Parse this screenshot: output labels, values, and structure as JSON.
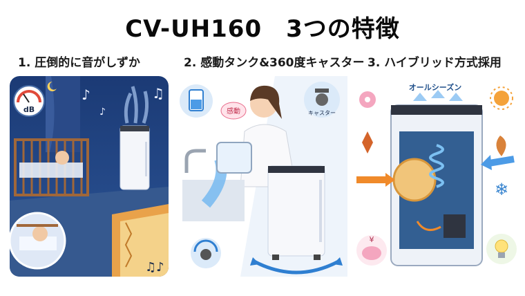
{
  "title": "CV-UH160　3つの特徴",
  "features": [
    {
      "label": "1. 圧倒的に音がしずか",
      "gauge_unit": "dB",
      "icons": [
        "music-note-icon",
        "moon-icon",
        "decibel-gauge-icon"
      ]
    },
    {
      "label": "2. 感動タンク&360度キャスター",
      "speech_bubble": "感動",
      "caster_label": "キャスター",
      "icons": [
        "water-tank-icon",
        "caster-wheel-icon",
        "faucet-icon",
        "rotate-caster-icon"
      ]
    },
    {
      "label": "3. ハイブリッド方式採用",
      "banner": "オールシーズン",
      "icons": [
        "cherry-blossom-icon",
        "sun-icon",
        "autumn-leaf-icon",
        "fallen-leaf-icon",
        "snowflake-icon",
        "piggy-bank-icon",
        "light-bulb-icon"
      ],
      "piggy_symbol": "¥"
    }
  ],
  "colors": {
    "night_bg": "#1f3f7a",
    "accent_blue": "#2f7fd1",
    "warm_orange": "#f08a2a"
  }
}
